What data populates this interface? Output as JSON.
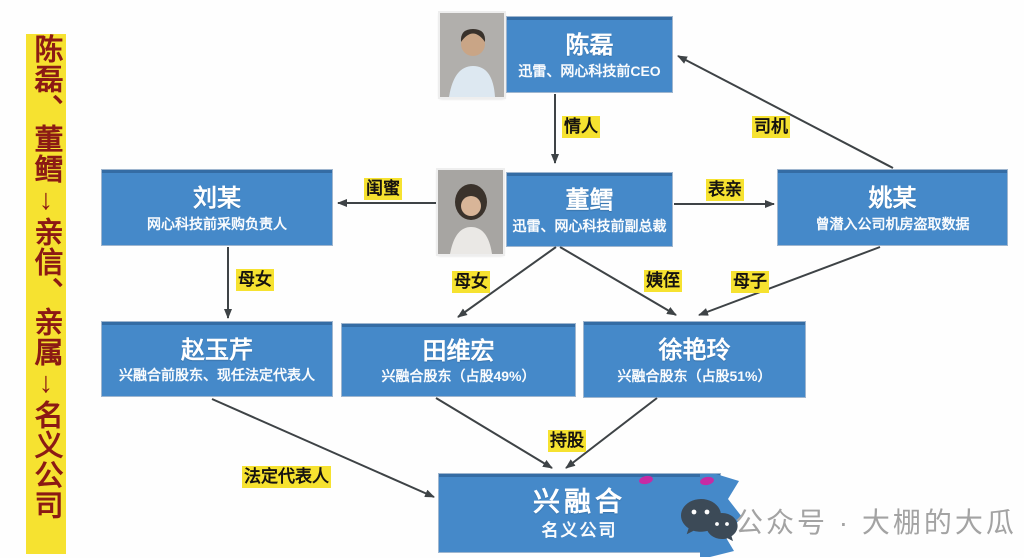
{
  "sidebar": {
    "headline": "陈磊、董鳕↓亲信、亲属↓名义公司"
  },
  "colors": {
    "node_blue": "#4589c9",
    "highlight_yellow": "#f6e230",
    "headline_red": "#8b1a14",
    "arrow_gray": "#3e4346",
    "watermark_gray": "#a3a3a3",
    "marker_magenta": "#c62ba4"
  },
  "nodes": {
    "chen_lei": {
      "name": "陈磊",
      "desc": "迅雷、网心科技前CEO"
    },
    "dong_xue": {
      "name": "董鳕",
      "desc": "迅雷、网心科技前副总裁"
    },
    "liu_mou": {
      "name": "刘某",
      "desc": "网心科技前采购负责人"
    },
    "yao_mou": {
      "name": "姚某",
      "desc": "曾潜入公司机房盗取数据"
    },
    "zhao_yuqin": {
      "name": "赵玉芹",
      "desc": "兴融合前股东、现任法定代表人"
    },
    "tian_weihong": {
      "name": "田维宏",
      "desc": "兴融合股东（占股49%）"
    },
    "xu_yanling": {
      "name": "徐艳玲",
      "desc": "兴融合股东（占股51%）"
    },
    "xing_rong_he": {
      "name": "兴融合",
      "desc": "名义公司"
    }
  },
  "relations": {
    "qingren": "情人",
    "siji": "司机",
    "guimi": "闺蜜",
    "biaoqin": "表亲",
    "munv_1": "母女",
    "munv_2": "母女",
    "yizhi": "姨侄",
    "muzi": "母子",
    "chigu": "持股",
    "fad_rep": "法定代表人"
  },
  "watermark": {
    "text": "公众号 · 大棚的大瓜"
  }
}
